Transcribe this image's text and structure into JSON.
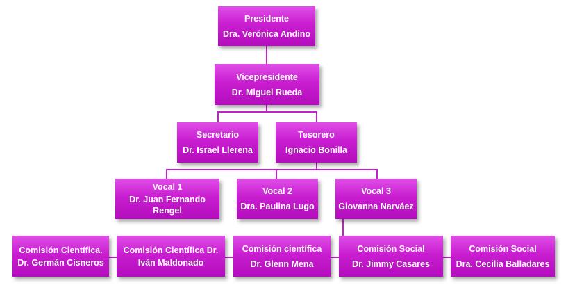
{
  "org": {
    "presidente": {
      "role": "Presidente",
      "name": "Dra. Verónica Andino"
    },
    "vicepresidente": {
      "role": "Vicepresidente",
      "name": "Dr. Miguel Rueda"
    },
    "secretario": {
      "role": "Secretario",
      "name": "Dr. Israel Llerena"
    },
    "tesorero": {
      "role": "Tesorero",
      "name": "Ignacio Bonilla"
    },
    "vocal1": {
      "role": "Vocal 1",
      "name": "Dr. Juan Fernando Rengel"
    },
    "vocal2": {
      "role": "Vocal 2",
      "name": "Dra. Paulina Lugo"
    },
    "vocal3": {
      "role": "Vocal 3",
      "name": "Giovanna Narváez"
    },
    "comision1": {
      "role": "Comisión Científica.",
      "name": "Dr. Germán Cisneros"
    },
    "comision2": {
      "role": "Comisión Científica Dr.",
      "name": "Iván Maldonado"
    },
    "comision3": {
      "role": "Comisión científica",
      "name": "Dr. Glenn Mena"
    },
    "comision4": {
      "role": "Comisión Social",
      "name": "Dr. Jimmy Casares"
    },
    "comision5": {
      "role": "Comisión Social",
      "name": "Dra. Cecilia Balladares"
    }
  },
  "colors": {
    "box": "#c81ed0",
    "connector": "#c71fce",
    "text": "#ffffff"
  }
}
